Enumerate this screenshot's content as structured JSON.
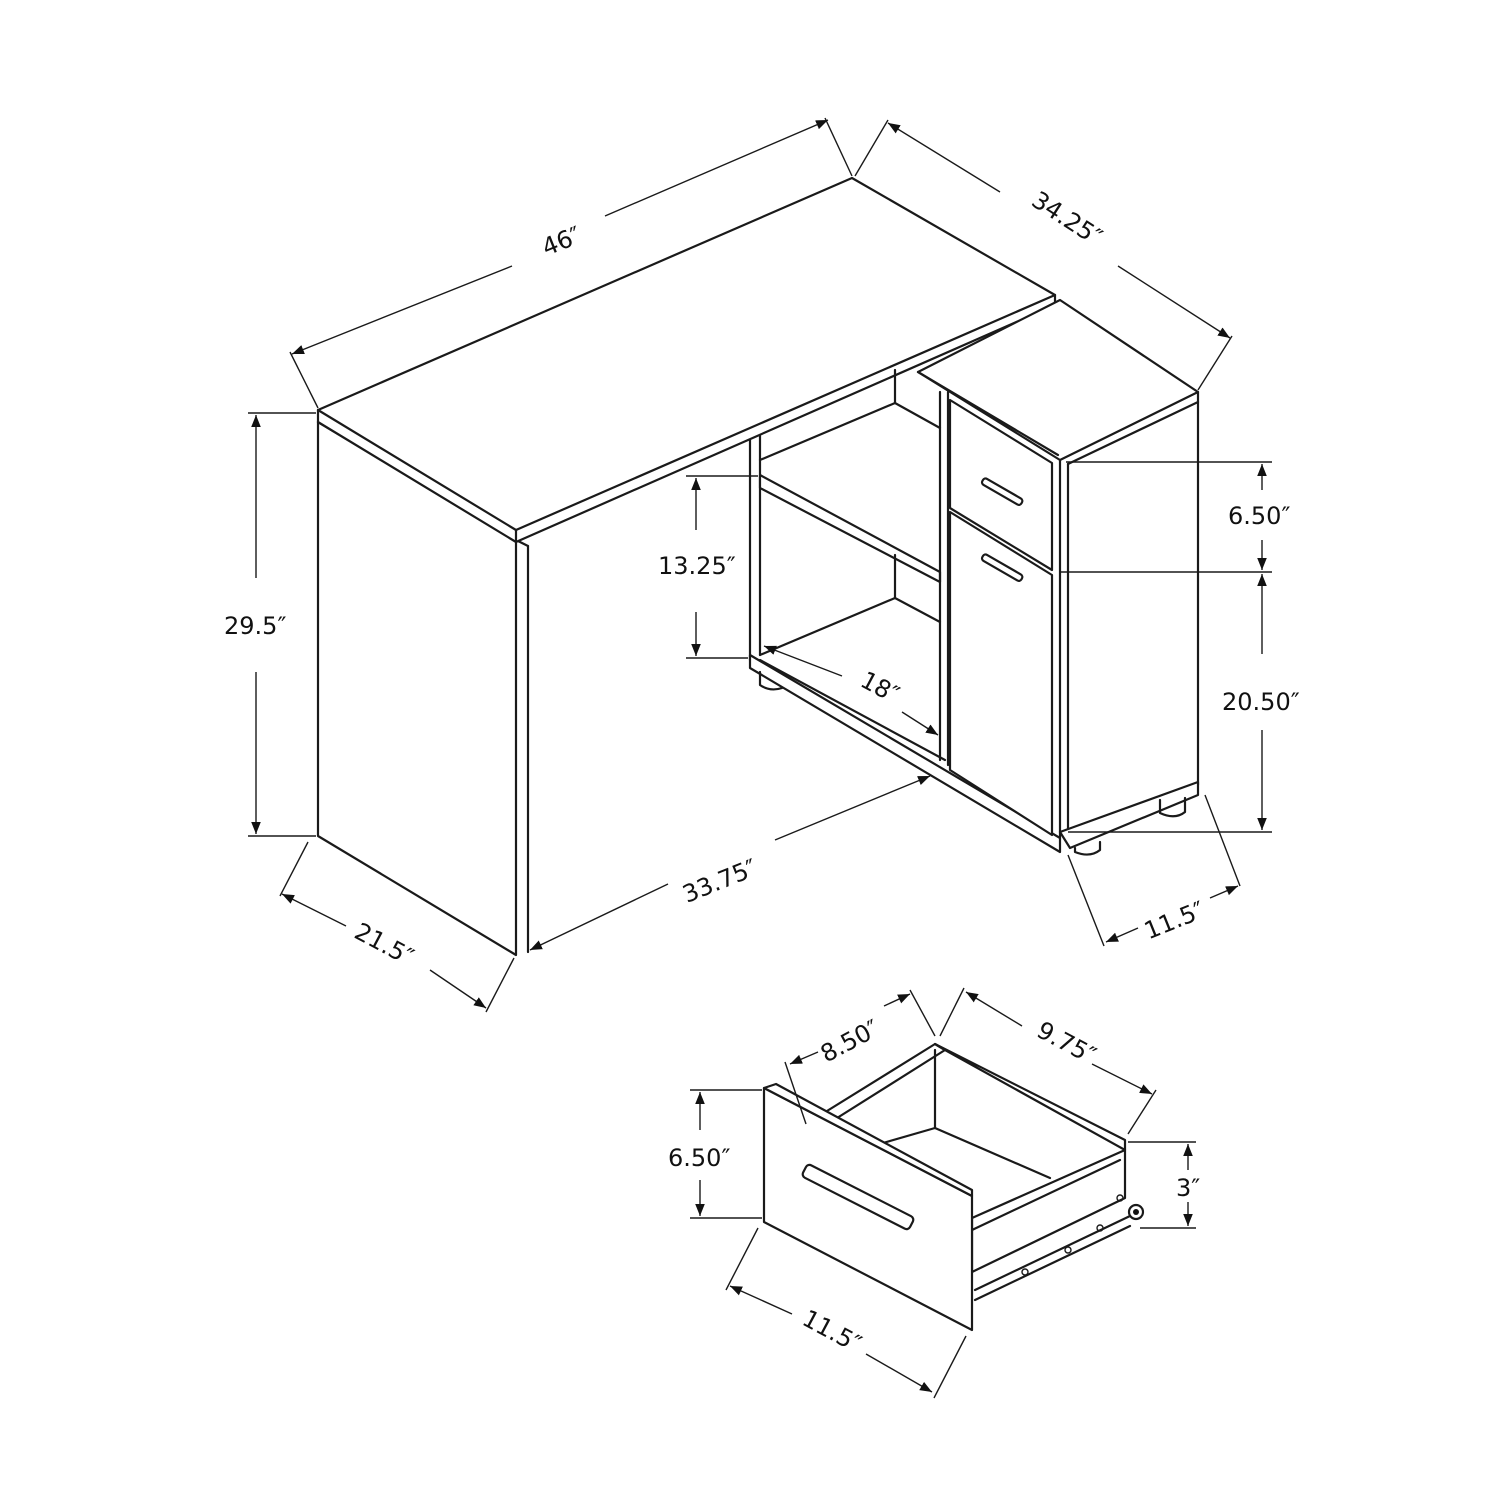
{
  "diagram": {
    "subject": "L-shaped corner desk with storage cabinet, open shelving and drawer — dimension drawing",
    "units": "inches",
    "colors": {
      "line": "#1a1a1a",
      "background": "#ffffff"
    },
    "desk_dimensions": {
      "top_width": "46″",
      "return_length": "34.25″",
      "height": "29.5″",
      "side_depth": "21.5″",
      "front_length": "33.75″",
      "shelf_opening_height": "13.25″",
      "shelf_depth": "18″",
      "drawer_front_height": "6.50″",
      "door_height": "20.50″",
      "cabinet_width": "11.5″"
    },
    "drawer_dimensions": {
      "interior_width": "8.50″",
      "interior_depth": "9.75″",
      "front_height": "6.50″",
      "interior_height": "3″",
      "front_width": "11.5″"
    }
  }
}
